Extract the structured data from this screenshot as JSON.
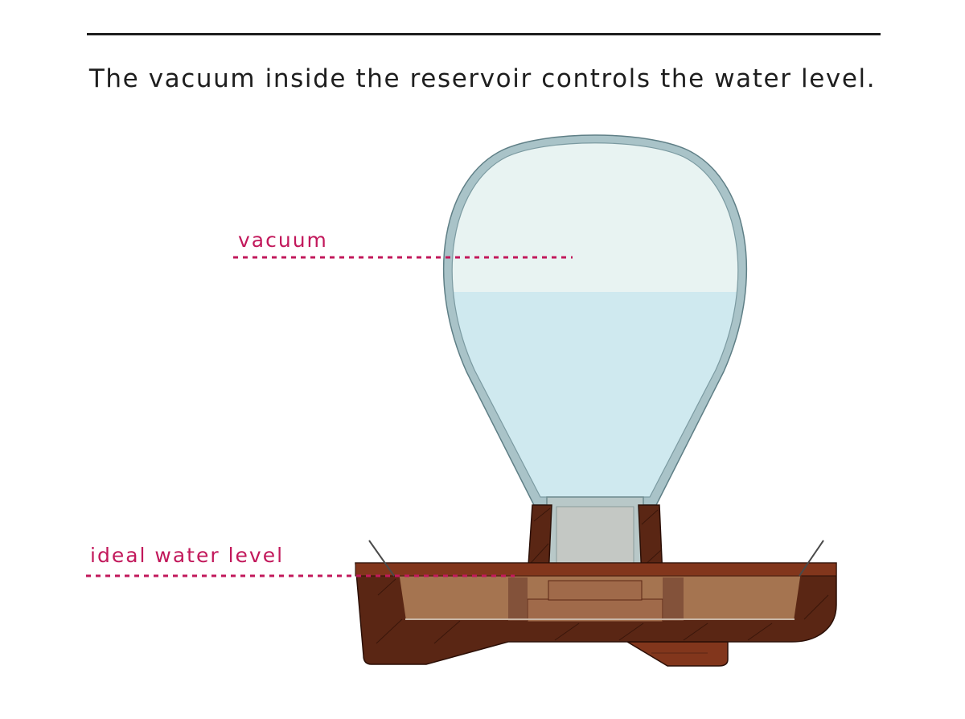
{
  "caption": "The vacuum inside the reservoir controls the water level.",
  "labels": {
    "vacuum": "vacuum",
    "ideal_water_level": "ideal water level"
  },
  "colors": {
    "rule": "#1e1e1e",
    "label_accent": "#c2185b",
    "vacuum_air": "#e8f3f2",
    "water": "#cfe9ef",
    "glass": "#a9c3c8",
    "wood_dark": "#5a2614",
    "wood_mid": "#82361c",
    "wood_light": "#a06a4a",
    "tray_water": "#a57450"
  }
}
